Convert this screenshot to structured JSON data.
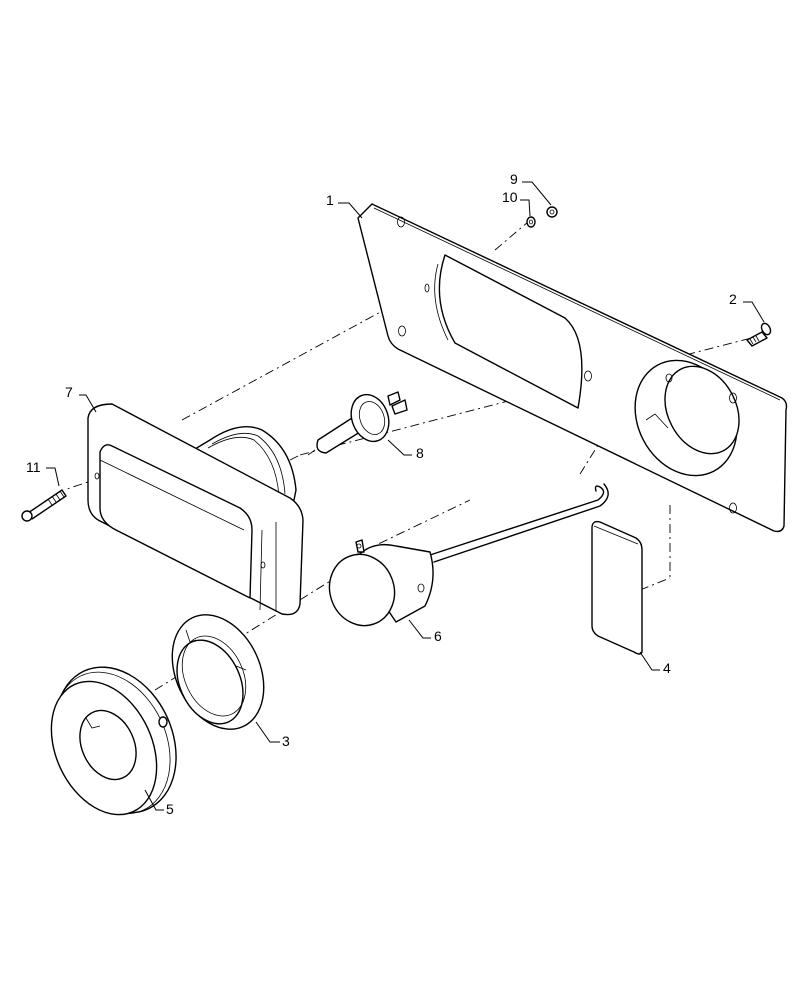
{
  "diagram": {
    "type": "exploded parts diagram",
    "background": "#ffffff",
    "line_color": "#000000",
    "callouts": [
      {
        "id": "1",
        "label": "1",
        "part": "mounting-panel"
      },
      {
        "id": "2",
        "label": "2",
        "part": "bolt"
      },
      {
        "id": "3",
        "label": "3",
        "part": "retaining-ring"
      },
      {
        "id": "4",
        "label": "4",
        "part": "pad"
      },
      {
        "id": "5",
        "label": "5",
        "part": "bezel-ring"
      },
      {
        "id": "6",
        "label": "6",
        "part": "lamp-with-cable"
      },
      {
        "id": "7",
        "label": "7",
        "part": "headlamp"
      },
      {
        "id": "8",
        "label": "8",
        "part": "bulb"
      },
      {
        "id": "9",
        "label": "9",
        "part": "nut"
      },
      {
        "id": "10",
        "label": "10",
        "part": "washer"
      },
      {
        "id": "11",
        "label": "11",
        "part": "screw"
      }
    ]
  }
}
